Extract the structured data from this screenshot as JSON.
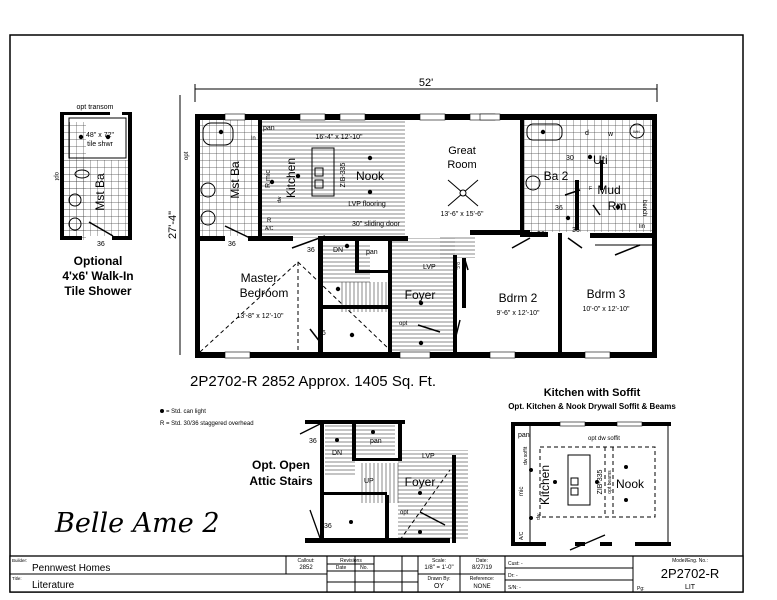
{
  "plan": {
    "width_dim": "52'",
    "depth_dim": "27'-4\"",
    "opt_label": "opt",
    "rooms": {
      "mst_ba": "Mst Ba",
      "kitchen": "Kitchen",
      "kitchen_size": "16'-4\" x 12'-10\"",
      "nook": "Nook",
      "lvp_flooring": "LVP flooring",
      "island": "ZIB-335",
      "dw": "dw",
      "rmic": "R mic",
      "r": "R",
      "ac": "A/C",
      "ln": "ln",
      "pan": "pan",
      "sliding_door": "30\" sliding door",
      "great_room_1": "Great",
      "great_room_2": "Room",
      "great_room_size": "13'-6\" x 15'-6\"",
      "ba2": "Ba 2",
      "uti": "Uti",
      "mud_1": "Mud",
      "mud_2": "Rm",
      "bench": "bench",
      "lin": "lin",
      "d": "d",
      "w": "w",
      "wh": "WH",
      "f": "F",
      "master_1": "Master",
      "master_2": "Bedroom",
      "master_size": "13'-8\" x 12'-10\"",
      "dn": "DN",
      "pan2": "pan",
      "lvp": "LVP",
      "oc": "o.c.",
      "foyer": "Foyer",
      "opt": "opt",
      "bdrm2": "Bdrm 2",
      "bdrm2_size": "9'-6\" x 12'-10\"",
      "bdrm3": "Bdrm 3",
      "bdrm3_size": "10'-0\" x 12'-10\"",
      "door_36": "36",
      "door_30": "30"
    },
    "caption": "2P2702-R 2852  Approx. 1405 Sq. Ft."
  },
  "shower_option": {
    "opt_transom": "opt transom",
    "shower_size": "48\" x 72\"",
    "shower_label": "tile shwr",
    "opt": "opt",
    "mst_ba": "Mst Ba",
    "door": "36",
    "title_1": "Optional",
    "title_2": "4'x6' Walk-In",
    "title_3": "Tile Shower"
  },
  "legend": {
    "can_light": "= Std. can light",
    "overhead": "R = Std. 30/36 staggered overhead"
  },
  "attic_option": {
    "title_1": "Opt. Open",
    "title_2": "Attic Stairs",
    "door": "36",
    "dn": "DN",
    "up": "UP",
    "pan": "pan",
    "lvp": "LVP",
    "foyer": "Foyer",
    "opt": "opt",
    "door2": "36"
  },
  "soffit_option": {
    "title": "Kitchen with Soffit",
    "subtitle": "Opt. Kitchen & Nook Drywall Soffit & Beams",
    "pan": "pan",
    "dw_soffit": "dw soffit",
    "opt_dw_soffit": "opt dw soffit",
    "kitchen": "Kitchen",
    "nook": "Nook",
    "island": "ZIB-335",
    "opt_beams": "opt beams",
    "mic": "mic",
    "dw": "dw",
    "ac": "A/C"
  },
  "model_name": "Belle Ame 2",
  "title_block": {
    "builder_label": "Builder:",
    "builder": "Pennwest Homes",
    "title_label": "Title:",
    "title": "Literature",
    "callout_label": "Callout:",
    "callout": "2852",
    "revisions_label": "Revisions",
    "date_col": "Date",
    "no_col": "No.",
    "scale_label": "Scale:",
    "scale": "1/8\" = 1'-0\"",
    "date_label": "Date:",
    "date": "8/27/19",
    "drawn_label": "Drawn By:",
    "drawn": "OY",
    "reference_label": "Reference:",
    "reference": "NONE",
    "cust": "Cust: -",
    "dr": "Dr: -",
    "sn": "S/N: -",
    "model_label": "Model/Eng. No.:",
    "model": "2P2702-R",
    "pg_label": "Pg:",
    "pg": "LIT"
  }
}
